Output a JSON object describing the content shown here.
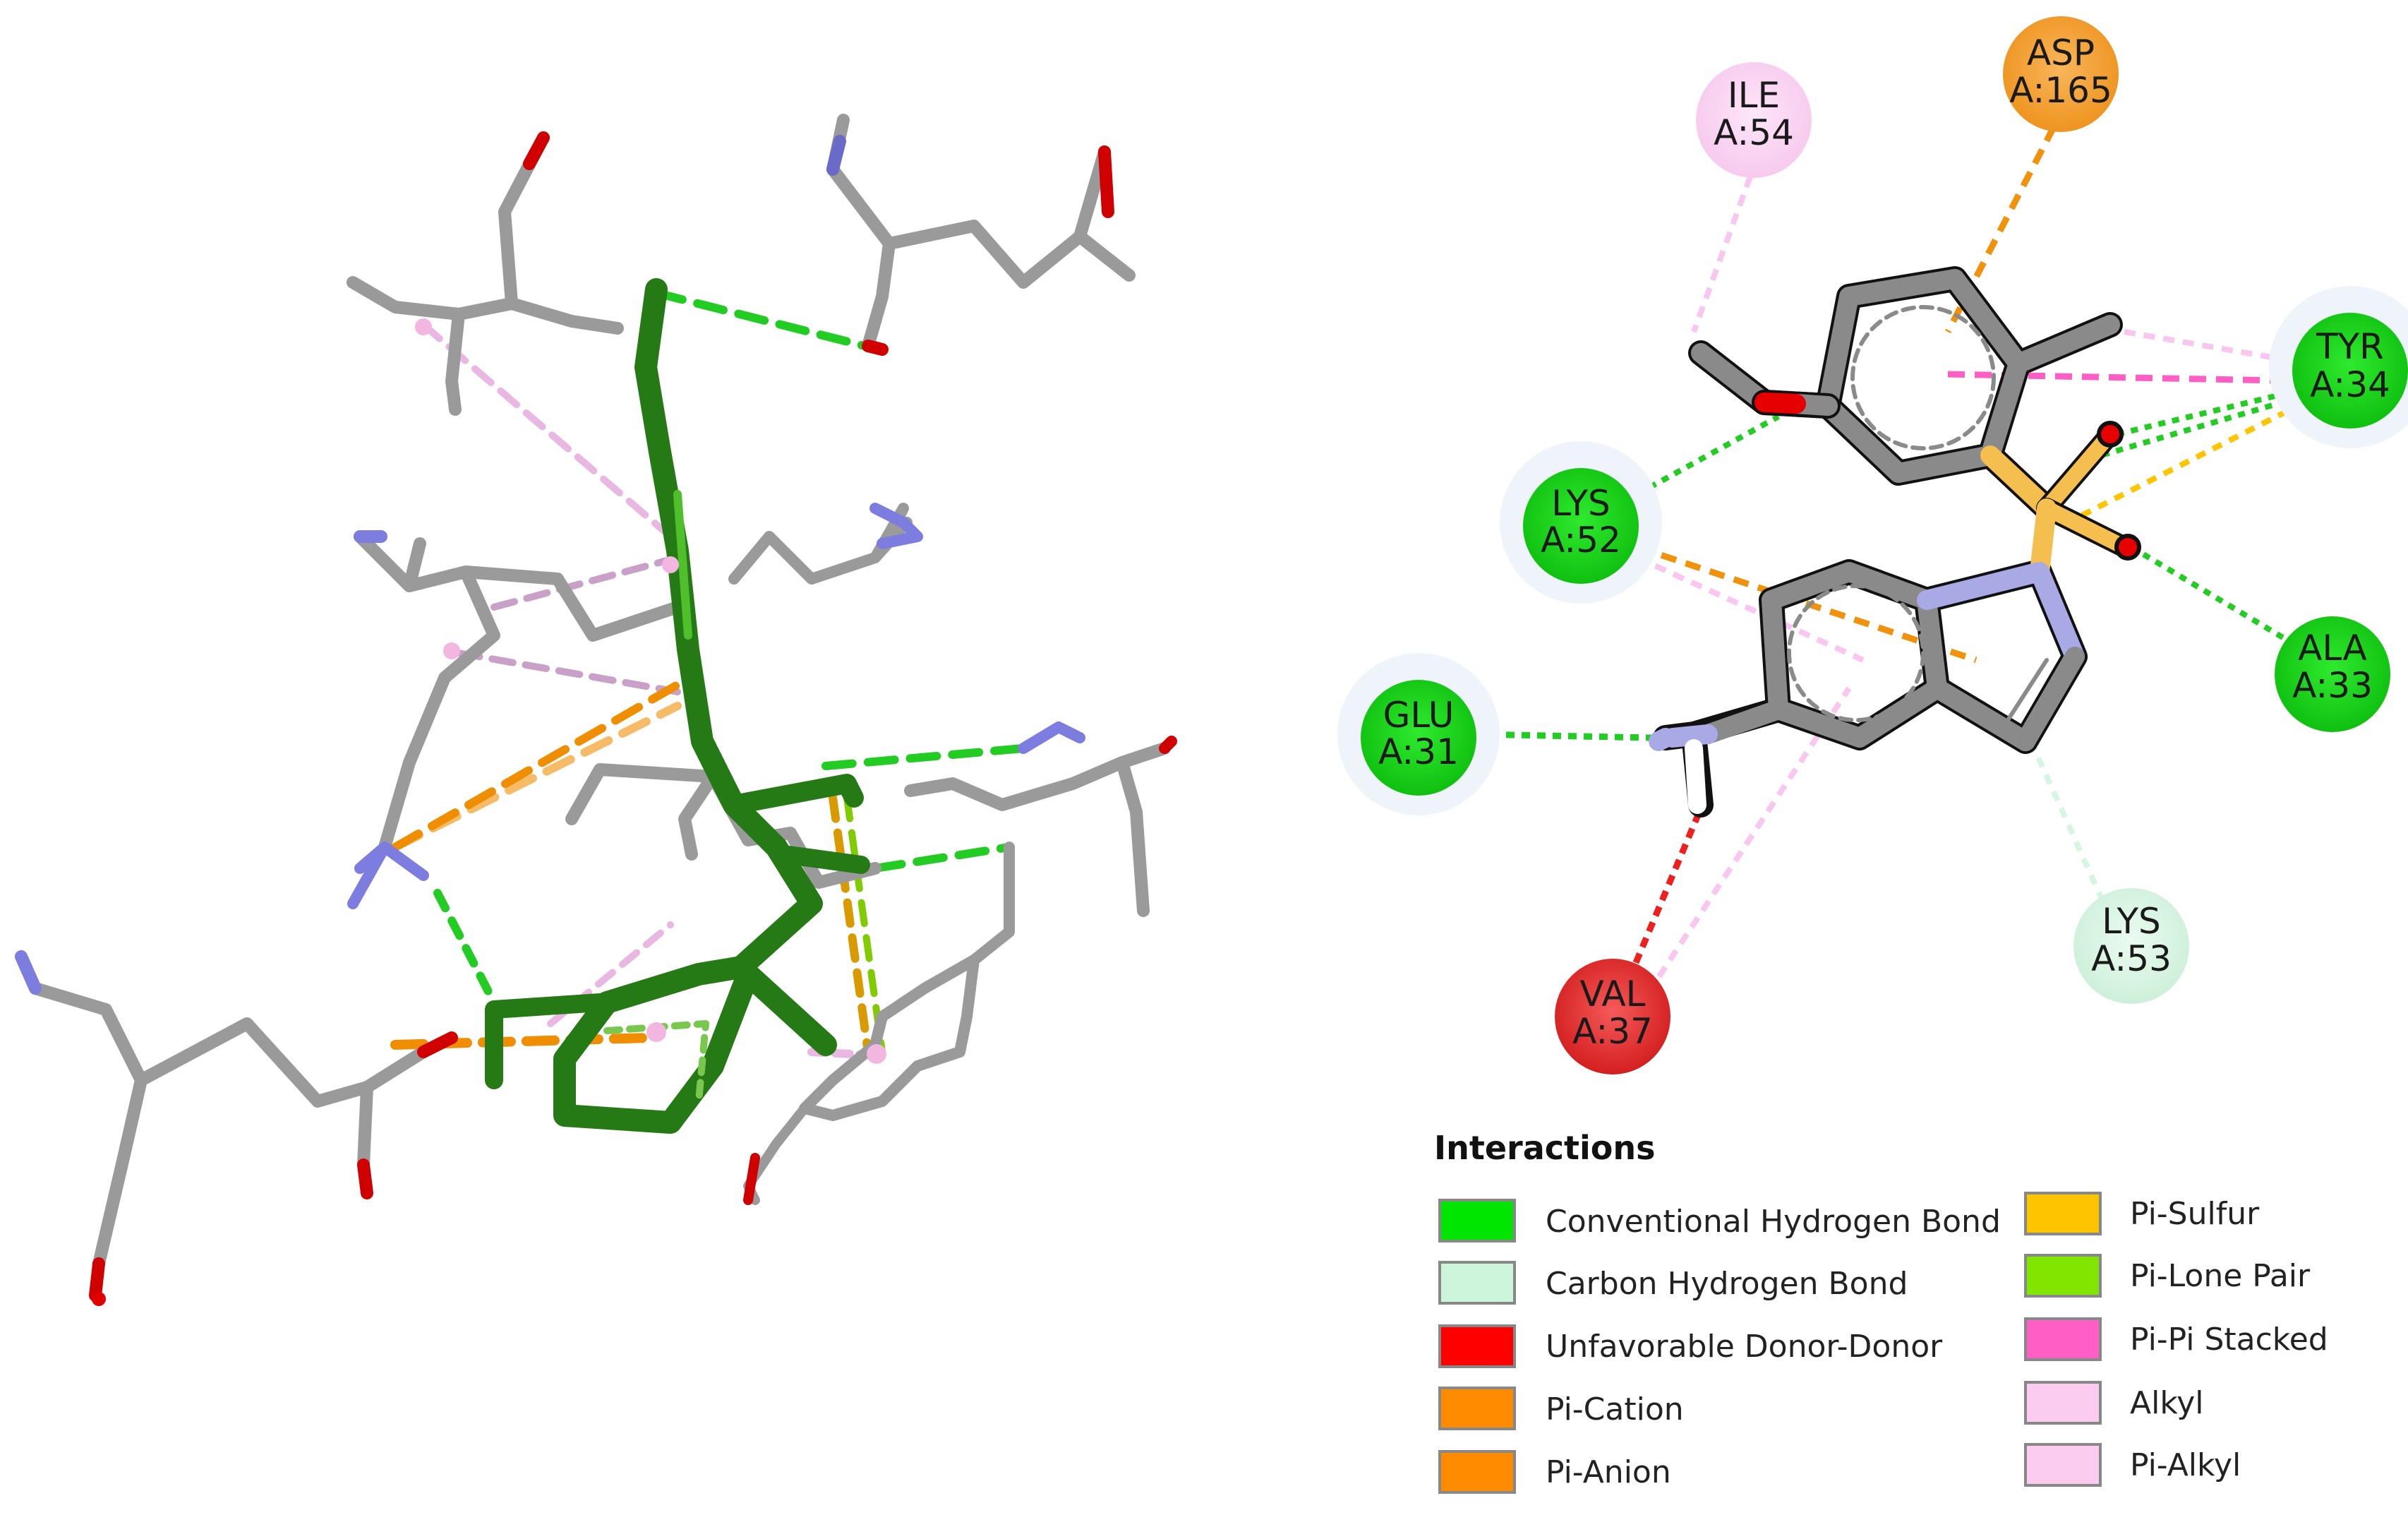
{
  "residues": [
    {
      "id": "ile54",
      "name": "ILE",
      "num": "A:54",
      "type": "alkyl"
    },
    {
      "id": "asp165",
      "name": "ASP",
      "num": "A:165",
      "type": "anion"
    },
    {
      "id": "tyr34",
      "name": "TYR",
      "num": "A:34",
      "type": "hbond"
    },
    {
      "id": "lys52",
      "name": "LYS",
      "num": "A:52",
      "type": "hbond"
    },
    {
      "id": "ala33",
      "name": "ALA",
      "num": "A:33",
      "type": "hbond"
    },
    {
      "id": "glu31",
      "name": "GLU",
      "num": "A:31",
      "type": "hbond"
    },
    {
      "id": "lys53",
      "name": "LYS",
      "num": "A:53",
      "type": "chbond"
    },
    {
      "id": "val37",
      "name": "VAL",
      "num": "A:37",
      "type": "unfav"
    }
  ],
  "legend": {
    "title": "Interactions",
    "items": [
      {
        "label": "Conventional Hydrogen Bond",
        "color": "#00e600"
      },
      {
        "label": "Carbon Hydrogen Bond",
        "color": "#ccf5dc"
      },
      {
        "label": "Unfavorable Donor-Donor",
        "color": "#ff0000"
      },
      {
        "label": "Pi-Cation",
        "color": "#ff8c00"
      },
      {
        "label": "Pi-Anion",
        "color": "#ff8c00"
      },
      {
        "label": "Pi-Sulfur",
        "color": "#ffc400"
      },
      {
        "label": "Pi-Lone Pair",
        "color": "#80e600"
      },
      {
        "label": "Pi-Pi Stacked",
        "color": "#ff5ec4"
      },
      {
        "label": "Alkyl",
        "color": "#fbcbf0"
      },
      {
        "label": "Pi-Alkyl",
        "color": "#fbcbf0"
      }
    ]
  },
  "colors": {
    "hbond": "#22d622",
    "chbond": "#d6f5e2",
    "unfav": "#ee3333",
    "anion": "#f5a031",
    "alkyl": "#fad3f2",
    "carbon": "#8a8a8a",
    "nitrogen": "#a9a9e6",
    "oxygen": "#e60000",
    "sulfur": "#f4bf4f",
    "ligand3d": "#2e8b1e"
  }
}
